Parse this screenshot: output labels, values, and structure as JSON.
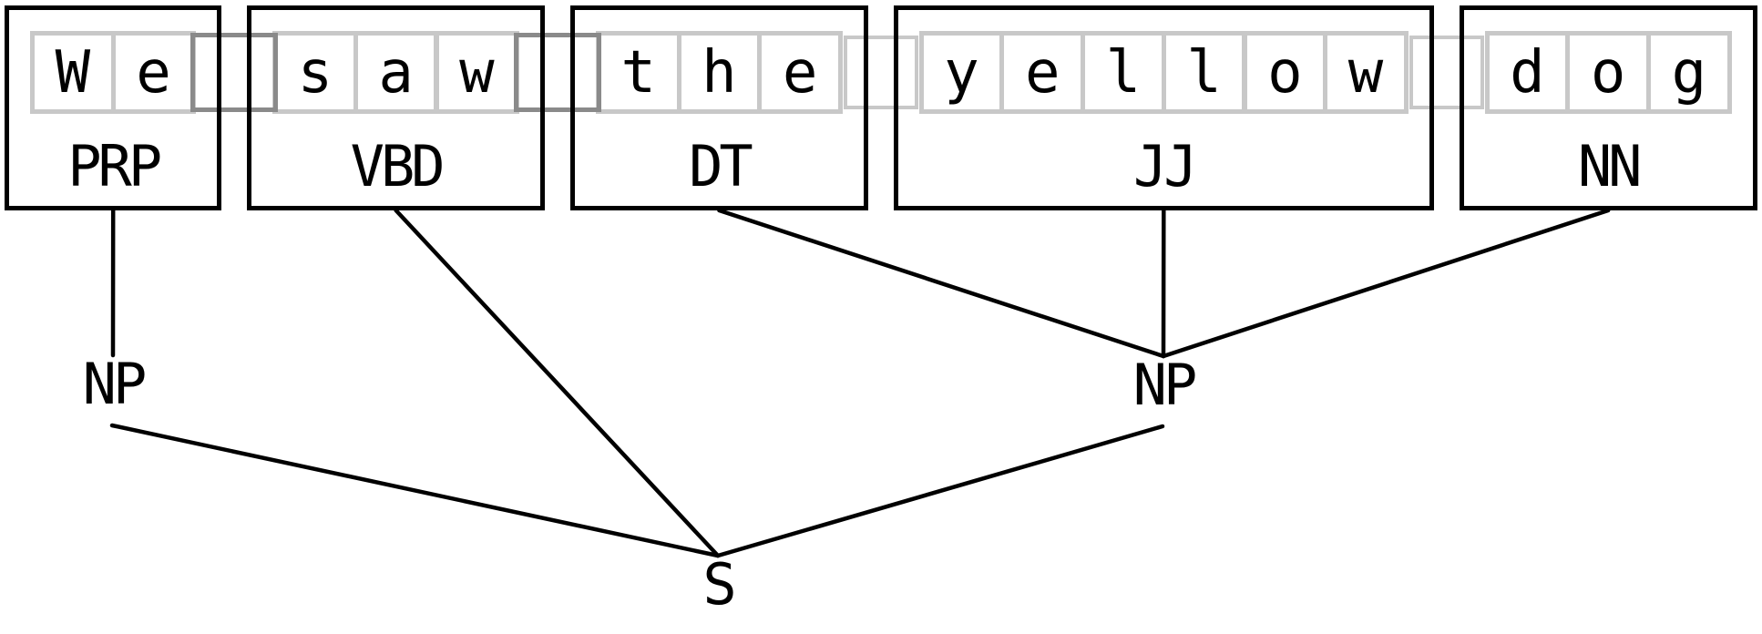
{
  "diagram": {
    "type": "chunk-parse-tree",
    "sentence": "We saw the yellow dog",
    "chars": [
      "W",
      "e",
      " ",
      "s",
      "a",
      "w",
      " ",
      "t",
      "h",
      "e",
      " ",
      "y",
      "e",
      "l",
      "l",
      "o",
      "w",
      " ",
      "d",
      "o",
      "g"
    ],
    "tokens": [
      {
        "word": "We",
        "tag": "PRP",
        "cell_start": 0,
        "cell_end": 1
      },
      {
        "word": "saw",
        "tag": "VBD",
        "cell_start": 3,
        "cell_end": 5
      },
      {
        "word": "the",
        "tag": "DT",
        "cell_start": 7,
        "cell_end": 9
      },
      {
        "word": "yellow",
        "tag": "JJ",
        "cell_start": 11,
        "cell_end": 16
      },
      {
        "word": "dog",
        "tag": "NN",
        "cell_start": 18,
        "cell_end": 20
      }
    ],
    "space_cells": [
      {
        "index": 2,
        "style": "dark"
      },
      {
        "index": 6,
        "style": "dark"
      },
      {
        "index": 10,
        "style": "inset"
      },
      {
        "index": 17,
        "style": "inset"
      }
    ],
    "phrase_nodes": [
      {
        "id": "NP1",
        "label": "NP"
      },
      {
        "id": "NP2",
        "label": "NP"
      },
      {
        "id": "S",
        "label": "S"
      }
    ],
    "edges": [
      {
        "from": "PRP",
        "to": "NP1"
      },
      {
        "from": "VBD",
        "to": "S"
      },
      {
        "from": "DT",
        "to": "NP2"
      },
      {
        "from": "JJ",
        "to": "NP2"
      },
      {
        "from": "NN",
        "to": "NP2"
      },
      {
        "from": "NP1",
        "to": "S"
      },
      {
        "from": "NP2",
        "to": "S"
      }
    ],
    "colors": {
      "background": "#ffffff",
      "box_border": "#000000",
      "cell_border": "#c8c8c8",
      "space_cell_border": "#8a8a8a",
      "text": "#000000",
      "edge": "#000000"
    }
  }
}
